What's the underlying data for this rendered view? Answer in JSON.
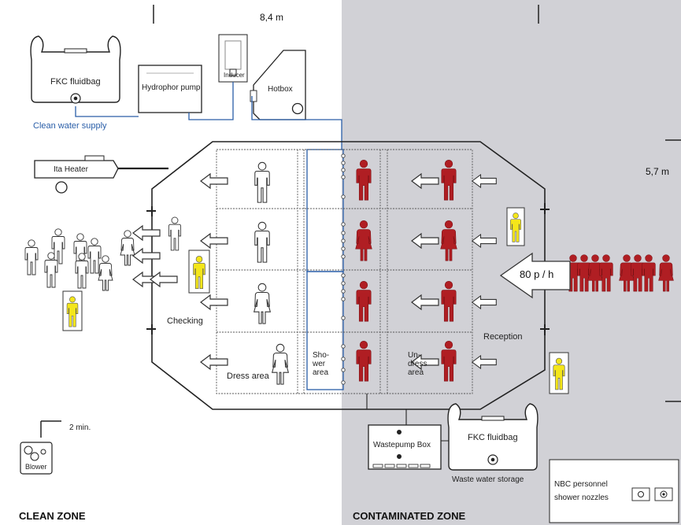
{
  "zones": {
    "clean": "CLEAN ZONE",
    "contaminated": "CONTAMINATED ZONE"
  },
  "dimensions": {
    "width": "8,4 m",
    "depth": "5,7 m",
    "blower_distance": "2 min."
  },
  "equipment": {
    "fluidbag_clean": "FKC fluidbag",
    "hydrophor_pump": "Hydrophor pump",
    "inducer": "Inducer",
    "hotbox": "Hotbox",
    "heater": "Ita Heater",
    "blower": "Blower",
    "wastepump_box": "Wastepump Box",
    "fluidbag_waste": "FKC fluidbag"
  },
  "labels": {
    "clean_water": "Clean water supply",
    "waste_water": "Waste water storage",
    "checking": "Checking",
    "dress_area": "Dress area",
    "shower_area": "Sho-\nwer\narea",
    "undress_area": "Un-\ndress\narea",
    "reception": "Reception",
    "flow_rate": "80 p / h"
  },
  "legend": {
    "personnel": "NBC personnel",
    "nozzles": "shower nozzles"
  },
  "colors": {
    "contaminated_zone": "#d1d1d6",
    "contaminated_person": "#b01e23",
    "clean_person": "#ffffff",
    "nbc_person": "#f4e61a",
    "water_line": "#2a5ea8"
  }
}
